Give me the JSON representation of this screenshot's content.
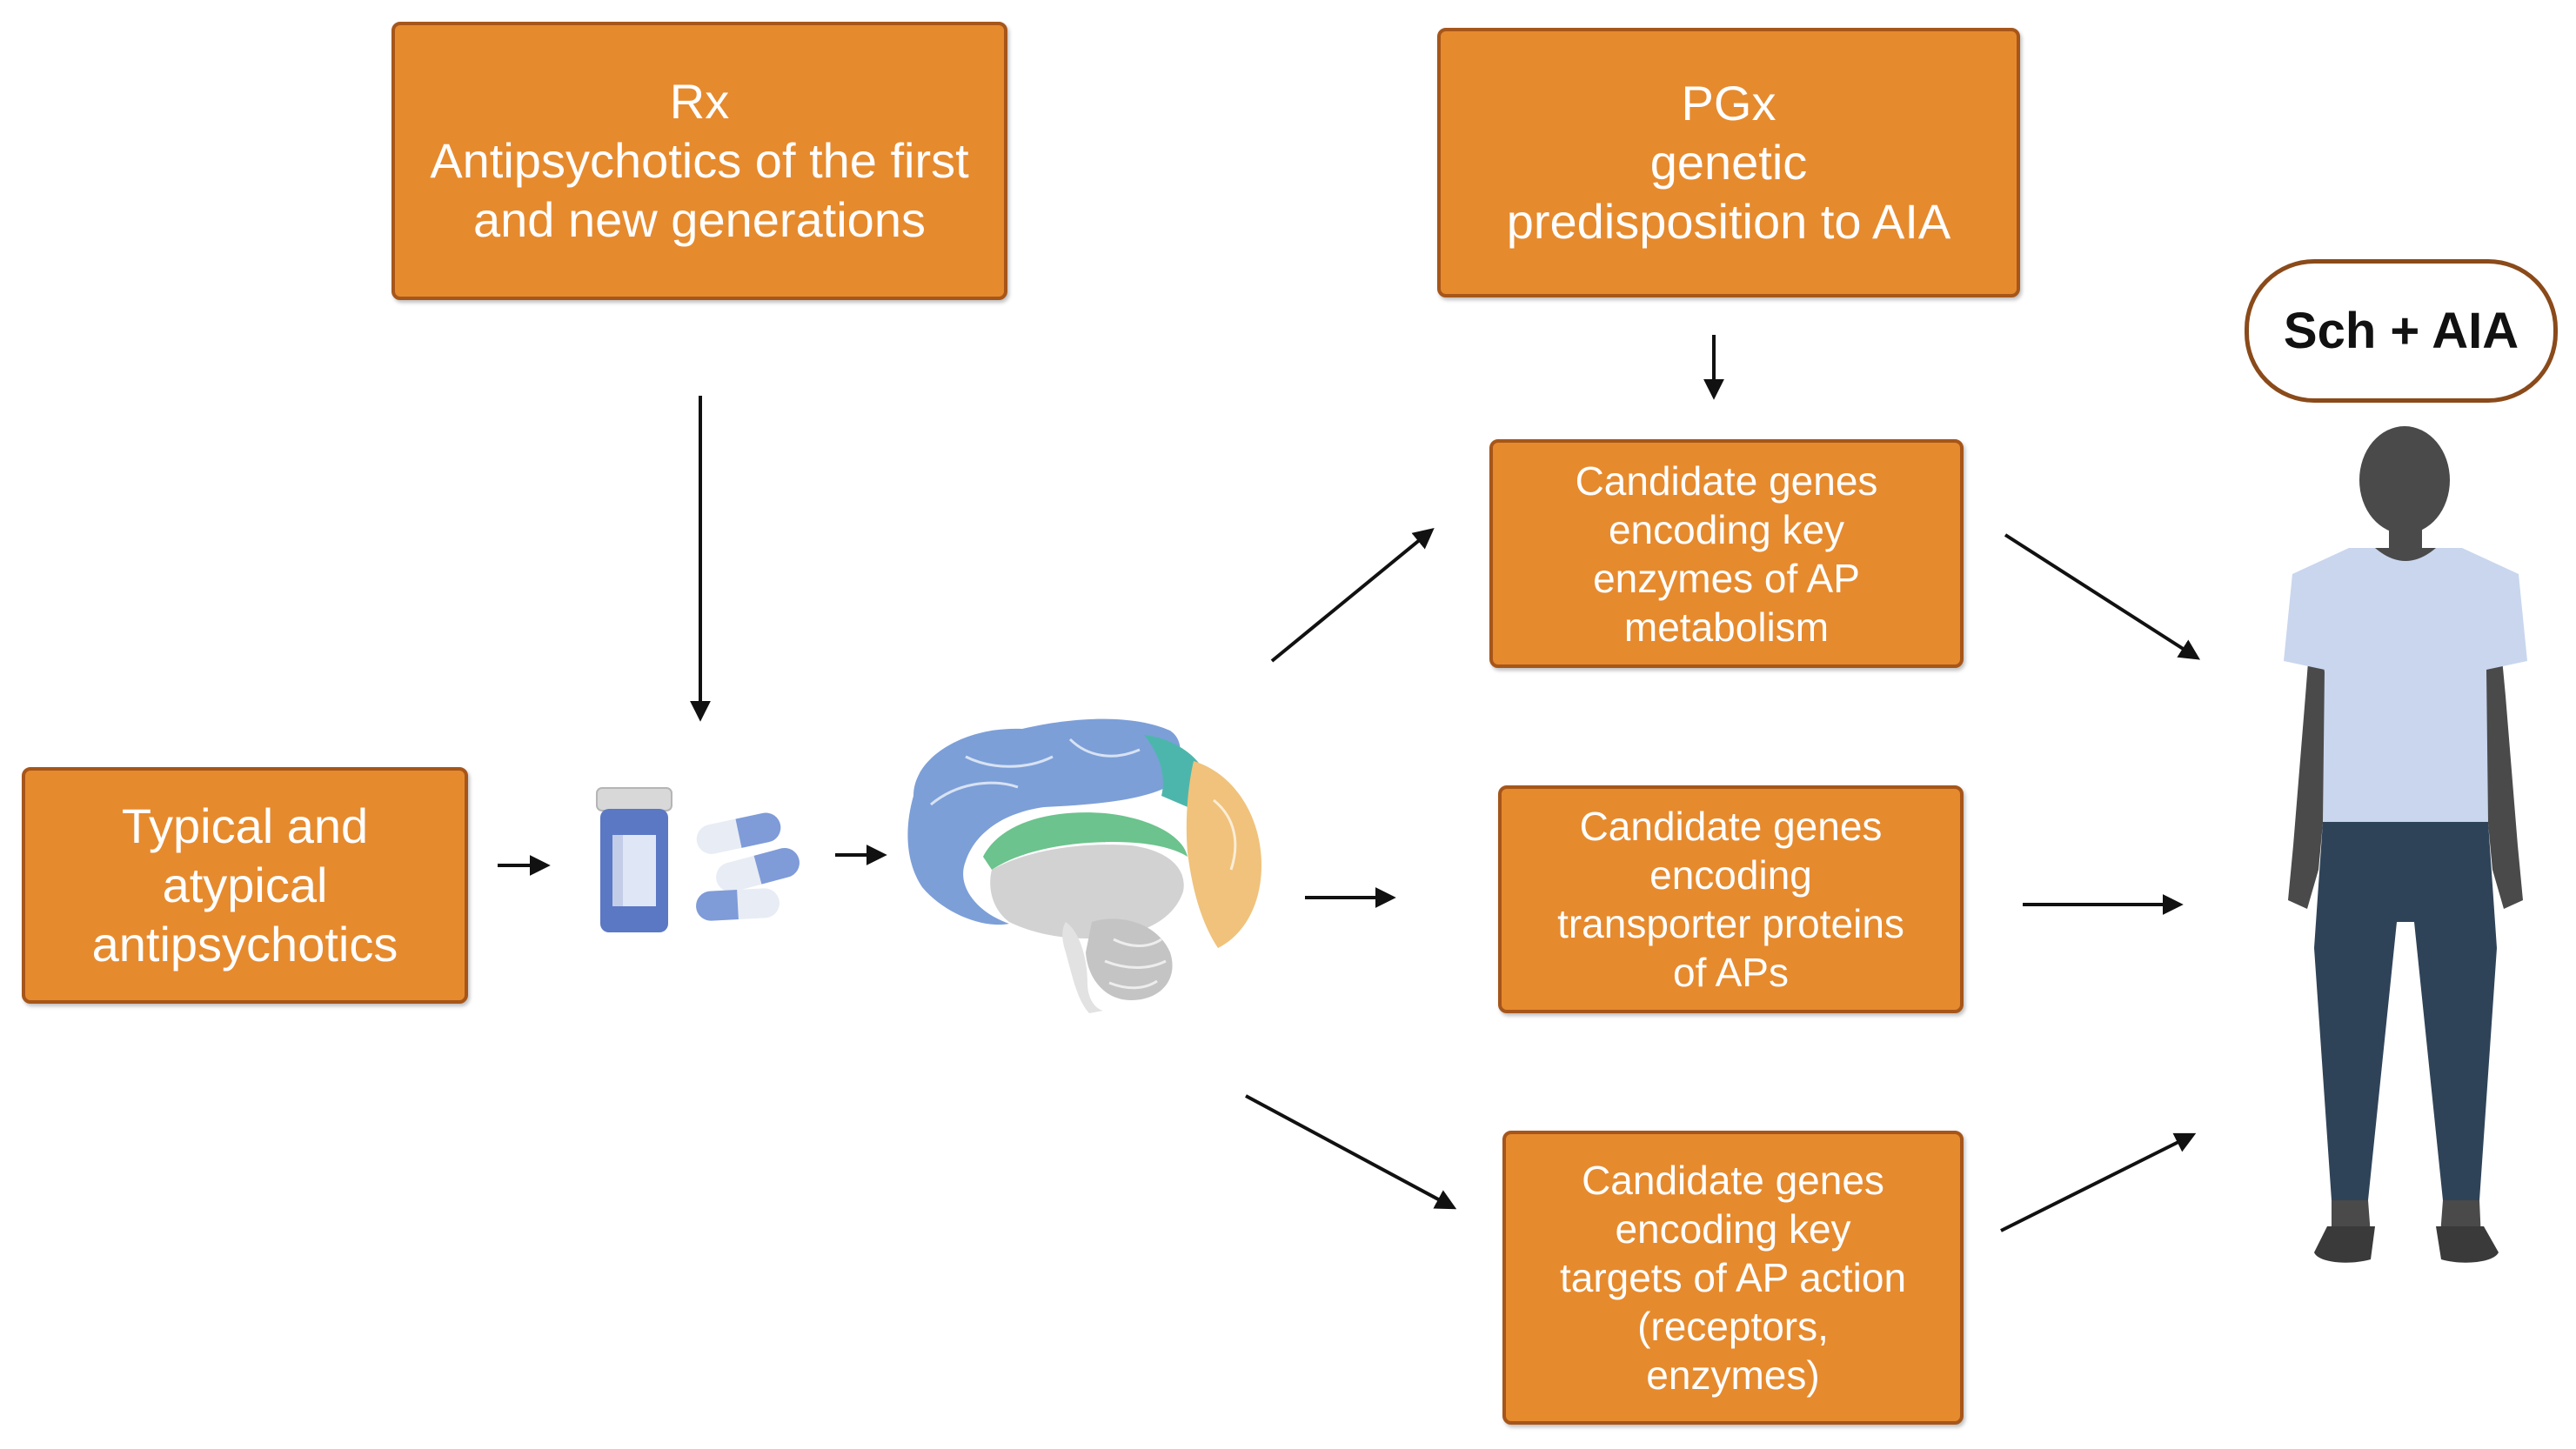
{
  "colors": {
    "box_fill": "#e68a2e",
    "box_border": "#a6561a",
    "box_text": "#ffffff",
    "arrow": "#111111",
    "label_border": "#8a4a1a"
  },
  "boxes": {
    "rx": {
      "lines": [
        "Rx",
        "Antipsychotics of the first",
        "and new generations"
      ]
    },
    "pgx": {
      "lines": [
        "PGx",
        "genetic",
        "predisposition to AIA"
      ]
    },
    "typical": {
      "lines": [
        "Typical and",
        "atypical",
        "antipsychotics"
      ]
    },
    "enzymes": {
      "lines": [
        "Candidate genes",
        "encoding key",
        "enzymes of AP",
        "metabolism"
      ]
    },
    "transporters": {
      "lines": [
        "Candidate genes",
        "encoding",
        "transporter proteins",
        "of APs"
      ]
    },
    "targets": {
      "lines": [
        "Candidate genes",
        "encoding key",
        "targets of AP action",
        "(receptors,",
        "enzymes)"
      ]
    }
  },
  "outcome_label": "Sch + AIA",
  "icons": {
    "pills": "pill-bottle-and-capsules-icon",
    "brain": "brain-sagittal-section-icon",
    "person": "person-silhouette-icon"
  }
}
